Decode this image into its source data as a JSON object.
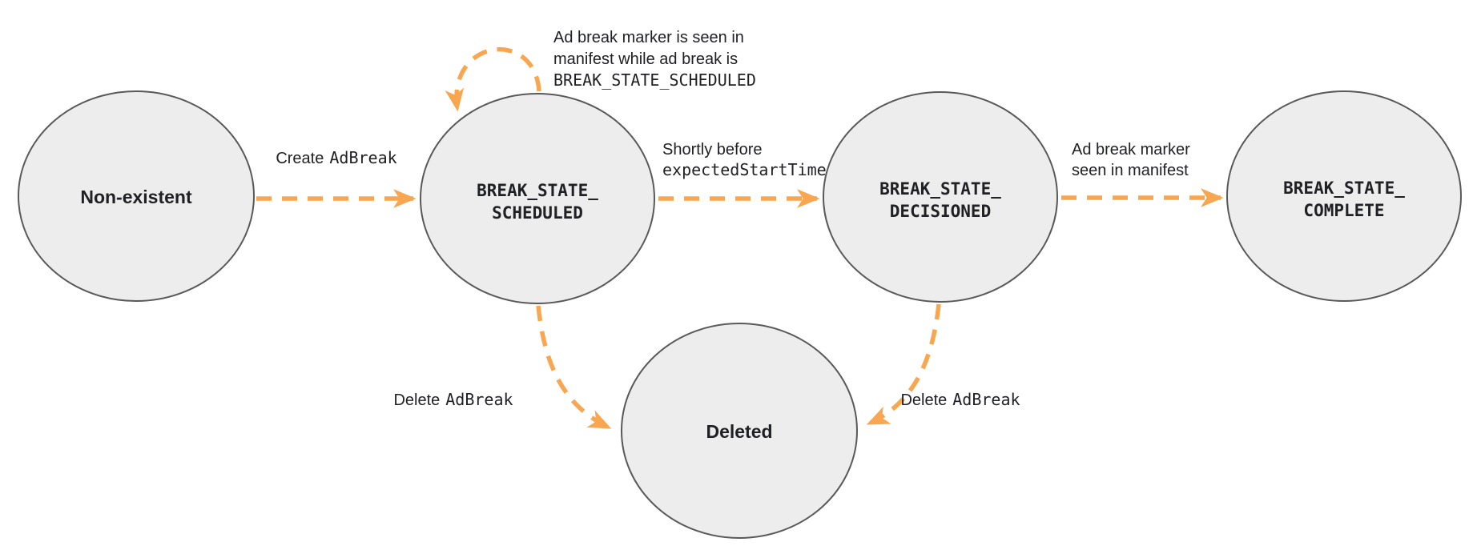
{
  "colors": {
    "arrow": "#f8a64f",
    "node_fill": "#ededed",
    "node_stroke": "#595959",
    "text": "#202124"
  },
  "states": {
    "non_existent": {
      "label": "Non-existent"
    },
    "scheduled": {
      "line1": "BREAK_STATE_",
      "line2": "SCHEDULED"
    },
    "decisioned": {
      "line1": "BREAK_STATE_",
      "line2": "DECISIONED"
    },
    "complete": {
      "line1": "BREAK_STATE_",
      "line2": "COMPLETE"
    },
    "deleted": {
      "label": "Deleted"
    }
  },
  "transitions": {
    "create": {
      "plain": "Create",
      "code": "AdBreak"
    },
    "self_loop": {
      "line1": "Ad break marker is seen in",
      "line2": "manifest while ad break is",
      "line3": "BREAK_STATE_SCHEDULED"
    },
    "to_decisioned": {
      "line1": "Shortly before",
      "code": "expectedStartTime"
    },
    "to_complete": {
      "line1": "Ad break marker",
      "line2": "seen in manifest"
    },
    "delete_from_scheduled": {
      "plain": "Delete",
      "code": "AdBreak"
    },
    "delete_from_decisioned": {
      "plain": "Delete",
      "code": "AdBreak"
    }
  }
}
